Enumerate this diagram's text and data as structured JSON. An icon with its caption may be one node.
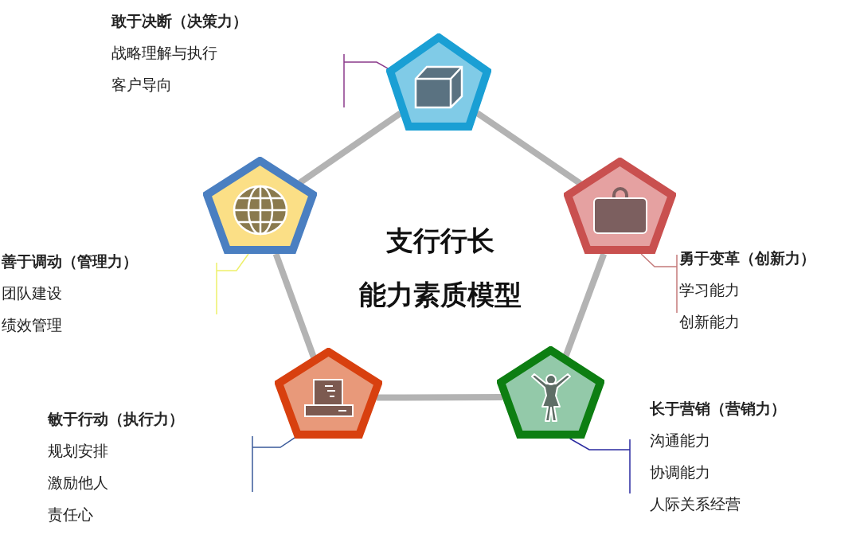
{
  "diagram": {
    "nodes": [
      {
        "text": [],
        "shape": "pentagon"
      },
      {
        "text": [],
        "shape": "pentagon"
      },
      {
        "text": [],
        "shape": "pentagon"
      },
      {
        "text": [],
        "shape": "pentagon"
      },
      {
        "text": [],
        "shape": "pentagon"
      },
      {
        "text": [
          "敢于决断（决策力）",
          "战略理解与执行",
          "客户导向"
        ]
      },
      {
        "text": [
          "善于调动（管理力）",
          "团队建设",
          "绩效管理"
        ]
      },
      {
        "text": [
          "勇于变革（创新力）",
          "学习能力",
          "创新能力"
        ]
      },
      {
        "text": [
          "敏于行动（执行力）",
          "规划安排",
          "激励他人",
          "责任心"
        ]
      },
      {
        "text": [
          "长于营销（营销力）",
          "沟通能力",
          "协调能力",
          "人际关系经营"
        ]
      }
    ],
    "edges": [
      {
        "from": 0,
        "to": 2,
        "arrow": "none",
        "style": "thick",
        "color": "#b3b3b3"
      },
      {
        "from": 2,
        "to": 4,
        "arrow": "none",
        "style": "thick",
        "color": "#b3b3b3"
      },
      {
        "from": 4,
        "to": 3,
        "arrow": "none",
        "style": "thick",
        "color": "#b3b3b3"
      },
      {
        "from": 3,
        "to": 1,
        "arrow": "none",
        "style": "thick",
        "color": "#b3b3b3"
      },
      {
        "from": 1,
        "to": 0,
        "arrow": "none",
        "style": "thick",
        "color": "#b3b3b3"
      },
      {
        "from": 5,
        "to": 0,
        "arrow": "none",
        "color": "#8b3a8b"
      },
      {
        "from": 6,
        "to": 1,
        "arrow": "none",
        "color": "#eef06a"
      },
      {
        "from": 7,
        "to": 2,
        "arrow": "none",
        "color": "#c47a7a"
      },
      {
        "from": 8,
        "to": 3,
        "arrow": "none",
        "color": "#3a5a9a"
      },
      {
        "from": 9,
        "to": 4,
        "arrow": "none",
        "color": "#2a2aa0"
      }
    ],
    "labels": [
      "支行行长",
      "能力素质模型"
    ]
  }
}
